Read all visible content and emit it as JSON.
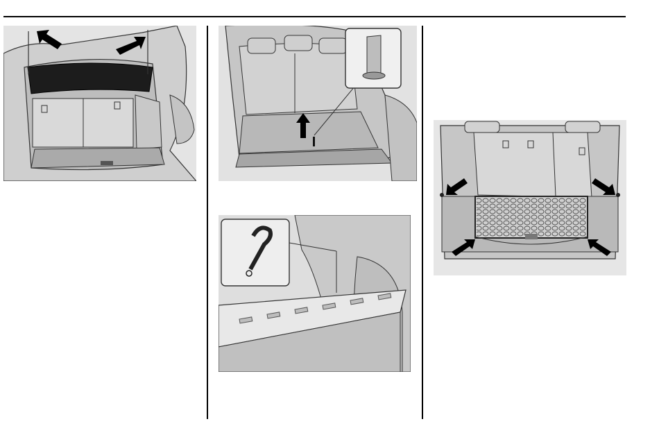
{
  "page": {
    "figures": [
      {
        "id": "liftgate-cover",
        "illustration": "cargo-area-with-open-liftgate-and-cover-illustration"
      },
      {
        "id": "floor-panel",
        "illustration": "cargo-floor-panel-lift-illustration"
      },
      {
        "id": "panel-hook",
        "illustration": "floor-panel-hook-on-trim-illustration"
      },
      {
        "id": "cargo-net",
        "illustration": "cargo-net-attachment-illustration"
      }
    ],
    "icons": {
      "arrow": "black-arrow-icon",
      "detail": "detail-callout-icon"
    },
    "colors": {
      "rule": "#000000",
      "figure_bg": "#dcdcdc",
      "line": "#333333",
      "arrow": "#000000",
      "net": "#555555"
    }
  }
}
